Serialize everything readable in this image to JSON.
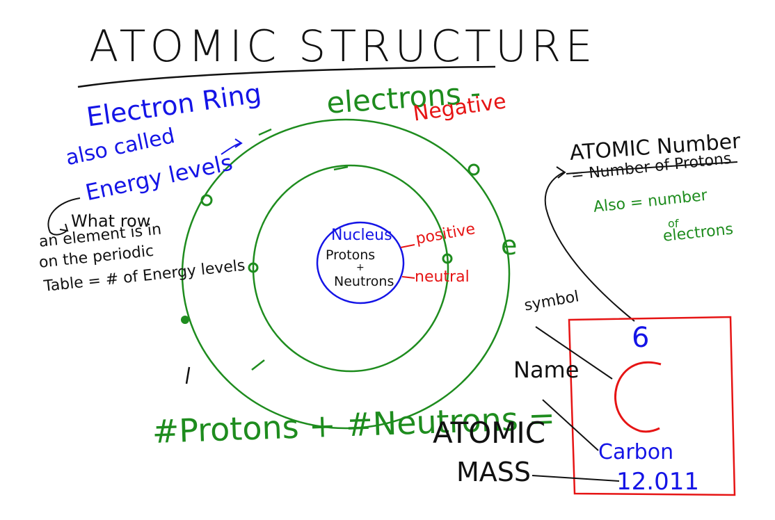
{
  "title": "ATOMIC STRUCTURE",
  "labels": {
    "electron_ring": "Electron Ring",
    "also_called": "also called",
    "energy_levels": "Energy levels",
    "what_row_1": "What row",
    "what_row_2": "an element is in",
    "what_row_3": "on the periodic",
    "what_row_4": "Table = # of Energy levels",
    "electrons": "electrons -",
    "negative": "Negative",
    "nucleus": "Nucleus",
    "protons": "Protons",
    "plus": "+",
    "neutrons": "Neutrons",
    "positive": "positive",
    "neutral": "neutral",
    "electron_e": "e",
    "atomic_number": "ATOMIC Number",
    "eq_protons": "= Number of Protons",
    "also_eq": "Also = number",
    "of": "of",
    "electrons_word": "electrons",
    "symbol": "symbol",
    "name": "Name",
    "mass_formula": "#Protons + #Neutrons =",
    "atomic": "ATOMIC",
    "mass": "MASS"
  },
  "element_card": {
    "atomic_number": "6",
    "symbol": "C",
    "name": "Carbon",
    "mass": "12.011"
  },
  "colors": {
    "blue": "#1414e6",
    "green": "#1e8c1e",
    "red": "#e61414",
    "black": "#111111"
  }
}
